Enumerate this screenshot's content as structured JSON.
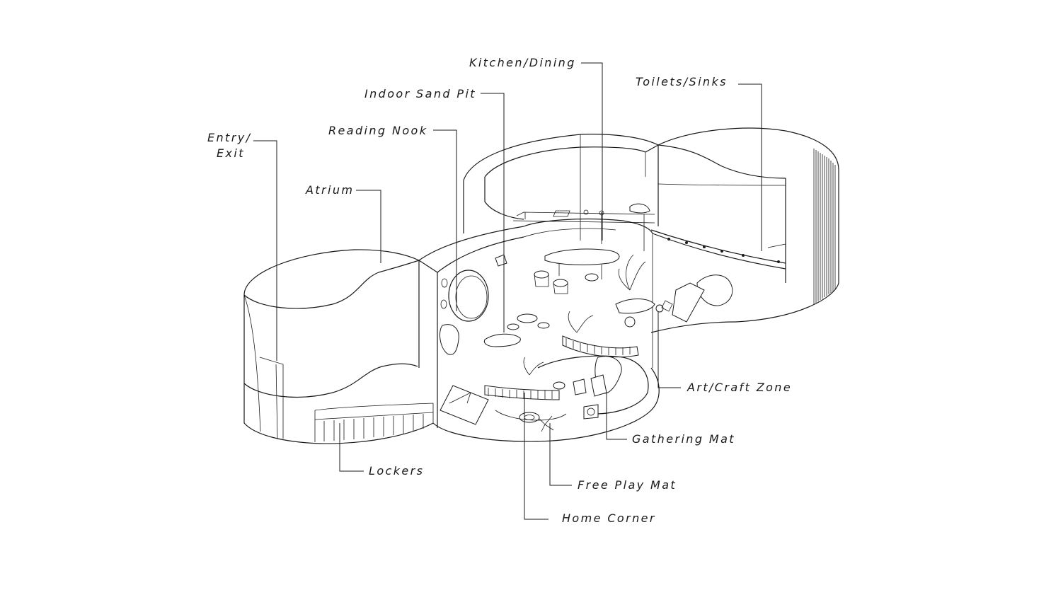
{
  "labels": {
    "kitchen": "Kitchen/Dining",
    "toilets": "Toilets/Sinks",
    "sandpit": "Indoor Sand Pit",
    "reading": "Reading Nook",
    "entry_1": "Entry/",
    "entry_2": "Exit",
    "atrium": "Atrium",
    "art": "Art/Craft Zone",
    "gathering": "Gathering Mat",
    "lockers": "Lockers",
    "freeplay": "Free Play Mat",
    "home": "Home Corner"
  },
  "colors": {
    "ink": "#1a1a1a",
    "background": "#ffffff"
  }
}
